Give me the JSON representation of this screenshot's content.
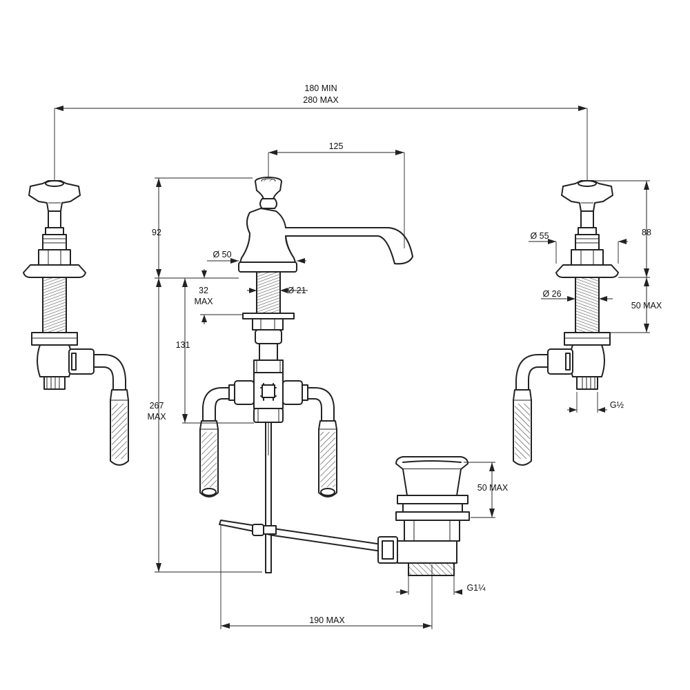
{
  "dimensions": {
    "spread_min": "180 MIN",
    "spread_max": "280 MAX",
    "spout_reach": "125",
    "spout_height": "92",
    "base_diameter": "Ø 50",
    "tail_diameter": "Ø 21",
    "deck_thickness_1": "32",
    "deck_thickness_2": "MAX",
    "tail_length": "131",
    "overall_1": "267",
    "overall_2": "MAX",
    "handle_height": "88",
    "flange_diameter": "Ø 55",
    "valve_diameter": "Ø 26",
    "valve_deck": "50 MAX",
    "valve_thread": "G½",
    "waste_deck": "50 MAX",
    "waste_thread": "G1¼",
    "rod_length": "190 MAX"
  }
}
